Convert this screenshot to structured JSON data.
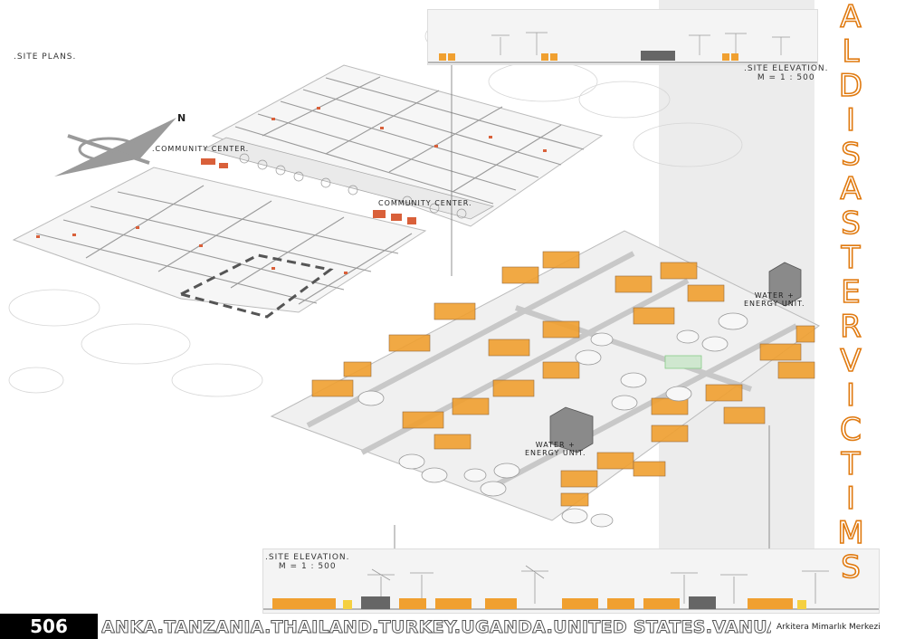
{
  "site_plans_label": ".SITE PLANS.",
  "top_elevation": {
    "title": ".SITE ELEVATION.",
    "scale": "M = 1 : 500"
  },
  "bottom_elevation": {
    "title": ".SITE ELEVATION.",
    "scale": "M = 1 : 500"
  },
  "community_center_labels": [
    ".COMMUNITY CENTER.",
    "COMMUNITY CENTER."
  ],
  "water_energy_labels": [
    "WATER +",
    "ENERGY UNIT.",
    "WATER +",
    "ENERGY UNIT."
  ],
  "north_arrow": {
    "letter": "N"
  },
  "vertical_title": [
    "A",
    "L",
    "D",
    "I",
    "S",
    "A",
    "S",
    "T",
    "E",
    "R",
    "V",
    "I",
    "C",
    "T",
    "I",
    "M",
    "S"
  ],
  "page_number": "506",
  "country_strip": "ANKA.TANZANIA.THAILAND.TURKEY.UGANDA.UNITED STATES.VANUATU.VIET NAM.ZAIRE CONGO.ZAMBIA.ZIMBABWE",
  "watermark": "Arkitera Mimarlık Merkezi",
  "colors": {
    "accent": "#e07a10",
    "housing_orange": "#f0a030",
    "community_red": "#d9603a",
    "panel_gray": "#ececec"
  }
}
